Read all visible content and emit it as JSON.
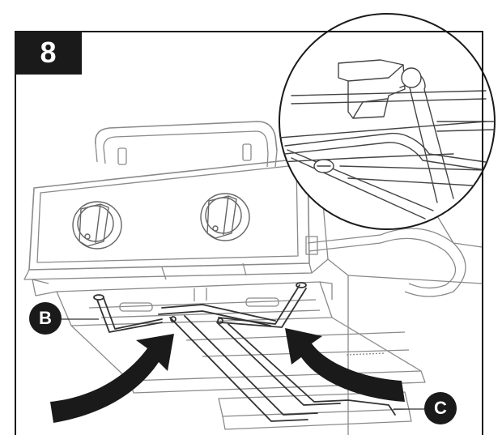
{
  "step": {
    "number": "8"
  },
  "callouts": {
    "b": "B",
    "c": "C"
  },
  "colors": {
    "line": "#555555",
    "light_line": "#8a8a8a",
    "arrow": "#1a1a1a",
    "badge": "#1a1a1a"
  }
}
